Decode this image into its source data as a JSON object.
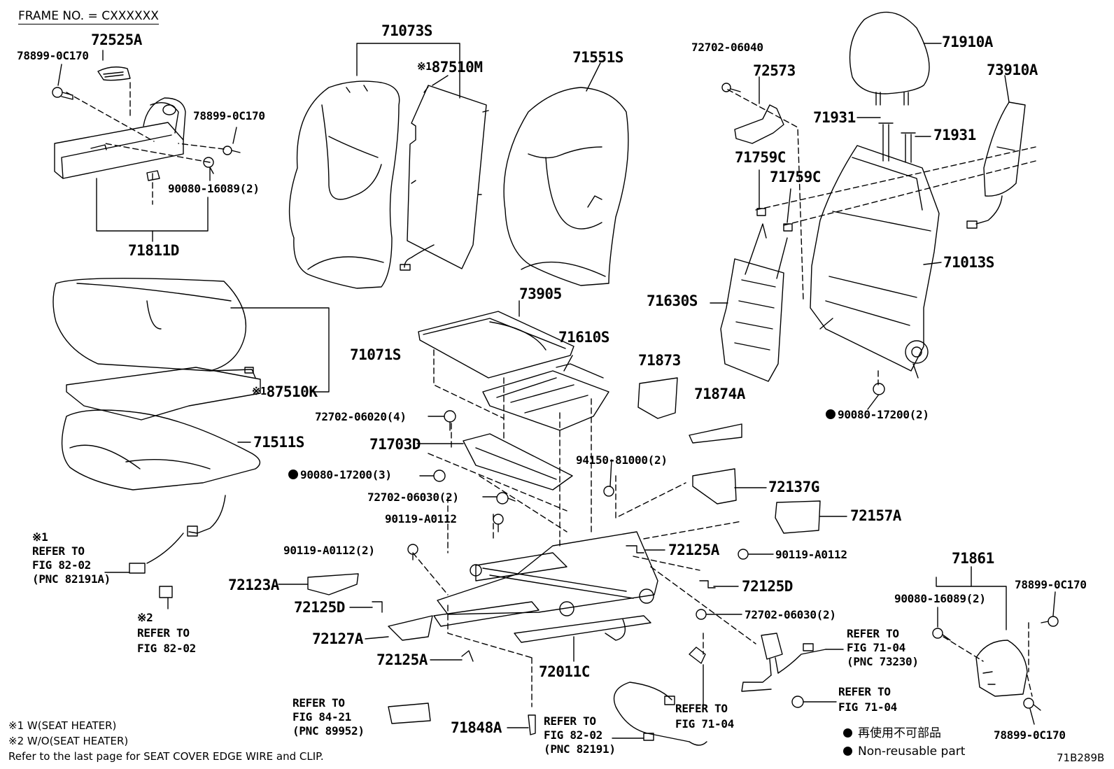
{
  "header": {
    "frame_no": "FRAME NO. = CXXXXXX"
  },
  "callouts": {
    "p72525A": "72525A",
    "p78899_tl": "78899-0C170",
    "p78899_tm": "78899-0C170",
    "p90080_16089_l": "90080-16089(2)",
    "p71811D": "71811D",
    "p71073S": "71073S",
    "p87510M": "87510M",
    "p71551S": "71551S",
    "p72702_06040": "72702-06040",
    "p72573": "72573",
    "p71910A": "71910A",
    "p73910A": "73910A",
    "p71931_a": "71931",
    "p71931_b": "71931",
    "p71759C_a": "71759C",
    "p71759C_b": "71759C",
    "p71013S": "71013S",
    "p71630S": "71630S",
    "p90080_17200_r": "90080-17200(2)",
    "p71071S": "71071S",
    "p87510K": "87510K",
    "p71511S": "71511S",
    "p73905": "73905",
    "p71610S": "71610S",
    "p71873": "71873",
    "p71874A": "71874A",
    "p72702_06020": "72702-06020(4)",
    "p71703D": "71703D",
    "p90080_17200_l": "90080-17200(3)",
    "p94150": "94150-81000(2)",
    "p72137G": "72137G",
    "p72702_06030_a": "72702-06030(2)",
    "p90119_A0112_a": "90119-A0112",
    "p72157A": "72157A",
    "p72125A_a": "72125A",
    "p90119_A0112_b": "90119-A0112(2)",
    "p90119_A0112_c": "90119-A0112",
    "p72123A": "72123A",
    "p72125D_a": "72125D",
    "p72125D_b": "72125D",
    "p72702_06030_b": "72702-06030(2)",
    "p72127A": "72127A",
    "p72125A_b": "72125A",
    "p72011C": "72011C",
    "p71861": "71861",
    "p90080_16089_r": "90080-16089(2)",
    "p78899_r1": "78899-0C170",
    "p78899_r2": "78899-0C170",
    "p71848A": "71848A"
  },
  "refs": {
    "mark1": "※1",
    "mark1_inline": "※1",
    "mark2": "※2",
    "refer_to": "REFER TO",
    "fig_82_02": "FIG 82-02",
    "pnc_82191A": "(PNC 82191A)",
    "fig_84_21": "FIG 84-21",
    "pnc_89952": "(PNC 89952)",
    "pnc_82191": "(PNC 82191)",
    "fig_71_04": "FIG 71-04",
    "pnc_73230": "(PNC 73230)"
  },
  "notes": {
    "note1": "※1 W(SEAT HEATER)",
    "note2": "※2 W/O(SEAT HEATER)",
    "note3": "Refer to the last page for SEAT COVER EDGE WIRE and CLIP.",
    "legend_jp": "再使用不可部品",
    "legend_en": "Non-reusable part",
    "drawing_id": "71B289B"
  }
}
